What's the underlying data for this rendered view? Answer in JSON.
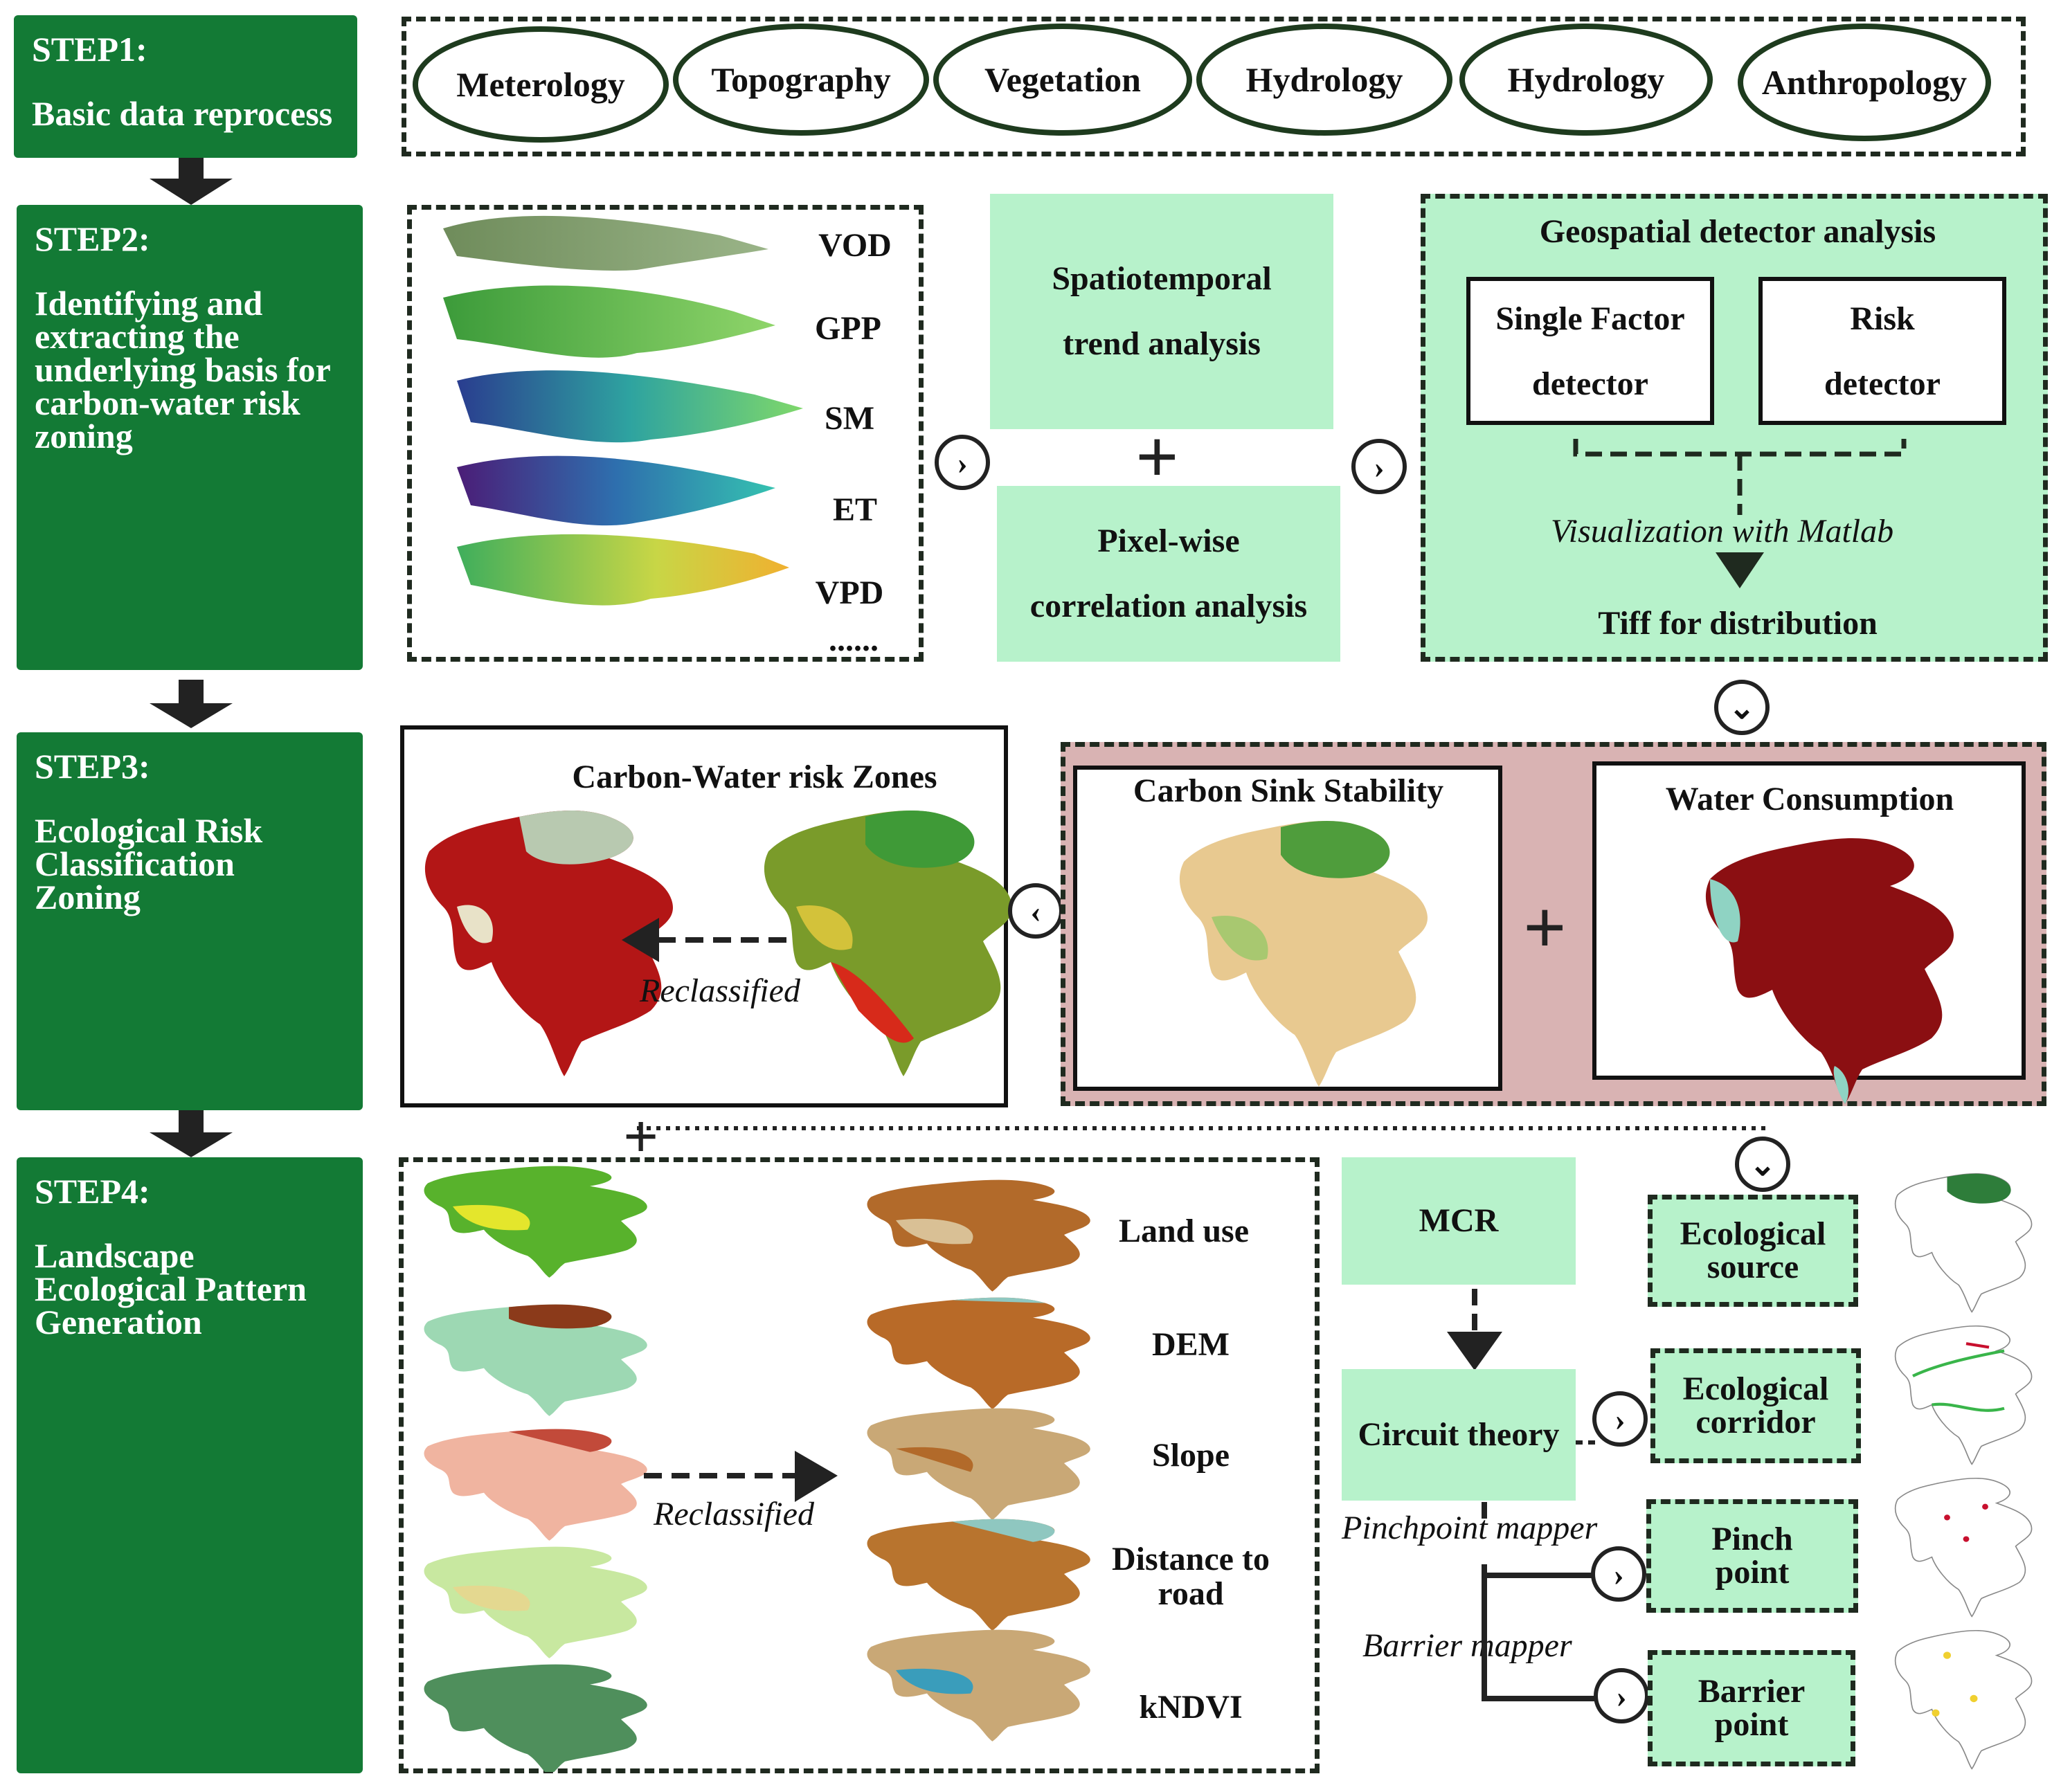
{
  "steps": [
    {
      "title": "STEP1:",
      "desc": "Basic data reprocess"
    },
    {
      "title": "STEP2:",
      "desc": "Identifying and extracting the underlying basis for carbon-water risk zoning"
    },
    {
      "title": "STEP3:",
      "desc": "Ecological Risk Classification Zoning"
    },
    {
      "title": "STEP4:",
      "desc": "Landscape Ecological Pattern Generation"
    }
  ],
  "data_types": [
    "Meterology",
    "Topography",
    "Vegetation",
    "Hydrology",
    "Hydrology",
    "Anthropology"
  ],
  "layers": [
    "VOD",
    "GPP",
    "SM",
    "ET",
    "VPD",
    "......"
  ],
  "spatiotemporal": {
    "line1": "Spatiotemporal",
    "line2": "trend analysis"
  },
  "pixelwise": {
    "line1": "Pixel-wise",
    "line2": "correlation analysis"
  },
  "geodetector": {
    "title": "Geospatial detector analysis",
    "single": {
      "line1": "Single Factor",
      "line2": "detector"
    },
    "risk": {
      "line1": "Risk",
      "line2": "detector"
    },
    "visualization": "Visualization with Matlab",
    "tiff": "Tiff for distribution"
  },
  "step3": {
    "zones_title": "Carbon-Water risk Zones",
    "reclassified": "Reclassified",
    "carbon_sink": "Carbon Sink Stability",
    "water": "Water Consumption"
  },
  "step4": {
    "factors": [
      "Land use",
      "DEM",
      "Slope",
      "Distance to road",
      "kNDVI"
    ],
    "reclassified": "Reclassified",
    "mcr": "MCR",
    "circuit": "Circuit theory",
    "pinchpoint_mapper": "Pinchpoint mapper",
    "barrier_mapper": "Barrier mapper",
    "outputs": [
      {
        "line1": "Ecological",
        "line2": "source"
      },
      {
        "line1": "Ecological",
        "line2": "corridor"
      },
      {
        "line1": "Pinch",
        "line2": "point"
      },
      {
        "line1": "Barrier",
        "line2": "point"
      }
    ]
  },
  "colors": {
    "step_green": "#137a35",
    "light_green": "#b7f2cb",
    "pink_panel": "#d9b3b3",
    "risk_red": "#b31616"
  },
  "icons": {
    "chevron_right": "chevron-right-icon",
    "chevron_left": "chevron-left-icon",
    "chevron_down": "chevron-down-icon"
  }
}
